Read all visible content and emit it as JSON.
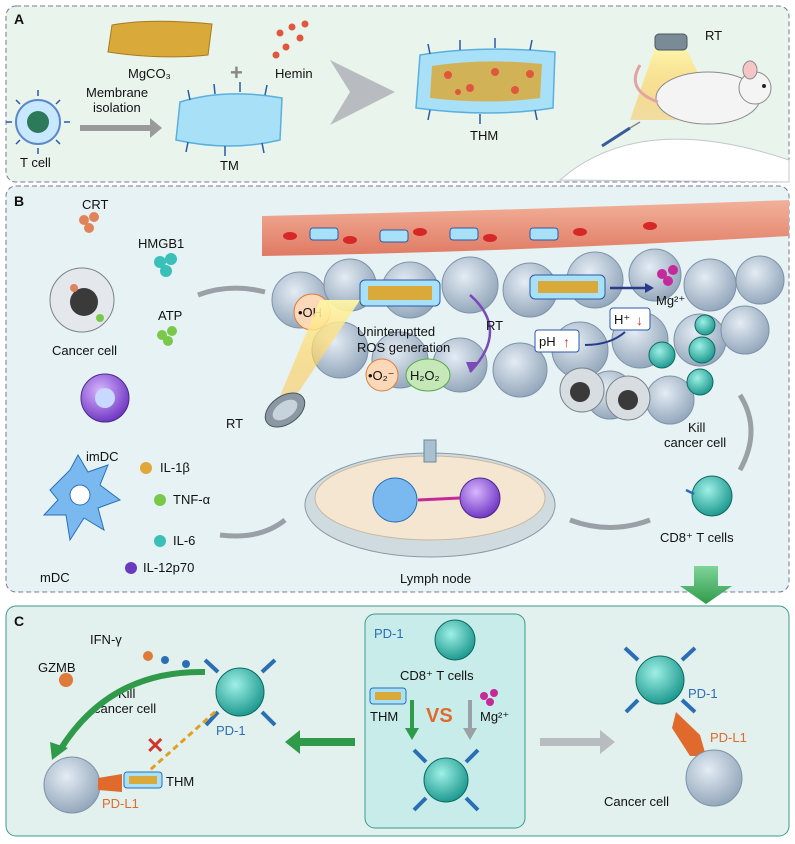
{
  "panel_a": {
    "letter": "A",
    "mgco3": "MgCO₃",
    "plus": "+",
    "hemin": "Hemin",
    "t_cell": "T cell",
    "membrane_isolation_1": "Membrane",
    "membrane_isolation_2": "isolation",
    "tm": "TM",
    "thm": "THM",
    "rt": "RT"
  },
  "panel_b": {
    "letter": "B",
    "crt": "CRT",
    "hmgb1": "HMGB1",
    "atp": "ATP",
    "cancer_cell": "Cancer cell",
    "oh": "•OH",
    "ros_1": "Uninteruptted",
    "ros_2": "ROS generation",
    "rt_arrow": "RT",
    "o2": "•O₂⁻",
    "h2o2": "H₂O₂",
    "rt_lamp": "RT",
    "mg": "Mg²⁺",
    "h_plus": "H⁺",
    "ph": "pH",
    "imdc": "imDC",
    "il1b": "IL-1β",
    "tnfa": "TNF-α",
    "il6": "IL-6",
    "il12": "IL-12p70",
    "mdc": "mDC",
    "lymph_node": "Lymph node",
    "kill_1": "Kill",
    "kill_2": "cancer cell",
    "cd8": "CD8⁺ T cells"
  },
  "panel_c": {
    "letter": "C",
    "ifng": "IFN-γ",
    "gzmb": "GZMB",
    "kill_1": "Kill",
    "kill_2": "cancer cell",
    "pd1_left": "PD-1",
    "thm_left": "THM",
    "pdl1_left": "PD-L1",
    "pd1_center": "PD-1",
    "cd8_center": "CD8⁺ T cells",
    "thm_center": "THM",
    "vs": "VS",
    "mg_center": "Mg²⁺",
    "pd1_right": "PD-1",
    "pdl1_right": "PD-L1",
    "cancer_cell_right": "Cancer cell"
  },
  "colors": {
    "panel_border": "#7a7a9a",
    "panel_a_bg": "#e9f4ec",
    "panel_b_bg": "#e7f2f4",
    "panel_c_bg": "#e3f1ee",
    "green_arrow": "#2f9b4a",
    "red_accent": "#d0352b",
    "pd_orange": "#e06a2c",
    "pd_blue": "#2a6fb5"
  }
}
